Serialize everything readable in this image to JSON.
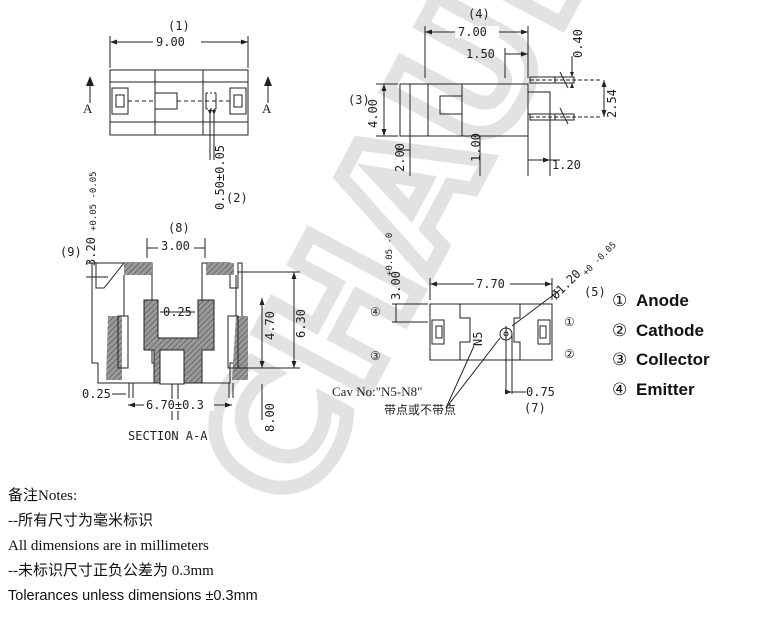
{
  "callouts": {
    "c1": "(1)",
    "c2": "(2)",
    "c3": "(3)",
    "c4": "(4)",
    "c5": "(5)",
    "c7": "(7)",
    "c8": "(8)",
    "c9": "(9)"
  },
  "dims": {
    "w900": "9.00",
    "d050": "0.50±0.05",
    "w700": "7.00",
    "d150": "1.50",
    "d040": "0.40",
    "d254": "2.54",
    "d400": "4.00",
    "d200": "2.00",
    "d100": "1.00",
    "d120": "1.20",
    "w300": "3.00",
    "d320": "3.20",
    "d320_tol": "+0.05 -0.05",
    "d025a": "0.25",
    "d470": "4.70",
    "d630": "6.30",
    "d025b": "0.25",
    "d670": "6.70±0.3",
    "d800": "8.00",
    "w770": "7.70",
    "d300v": "3.00",
    "d300v_tol": "+0.05 -0",
    "dia120": "Ø1.20",
    "dia_tol": "+0 -0.05",
    "d075": "0.75"
  },
  "section_label": "SECTION A-A",
  "section_marks": [
    "A",
    "A"
  ],
  "cav_no": "Cav No:\"N5-N8\"",
  "dot_note": "带点或不带点",
  "part_mark": "N5",
  "pin_marks": [
    "①",
    "②",
    "③",
    "④"
  ],
  "pins": [
    {
      "mark": "①",
      "name": "Anode"
    },
    {
      "mark": "②",
      "name": "Cathode"
    },
    {
      "mark": "③",
      "name": "Collector"
    },
    {
      "mark": "④",
      "name": "Emitter"
    }
  ],
  "notes": {
    "title": "备注Notes:",
    "line1": "--所有尺寸为毫米标识",
    "line2": "All dimensions are in millimeters",
    "line3": "--未标识尺寸正负公差为  0.3mm",
    "line4": "Tolerances  unless dimensions ±0.3mm"
  },
  "watermark": "CHAUIGH",
  "colors": {
    "line": "#222222",
    "hatch": "#7f7f7f",
    "watermark": "#e6e6e6"
  }
}
